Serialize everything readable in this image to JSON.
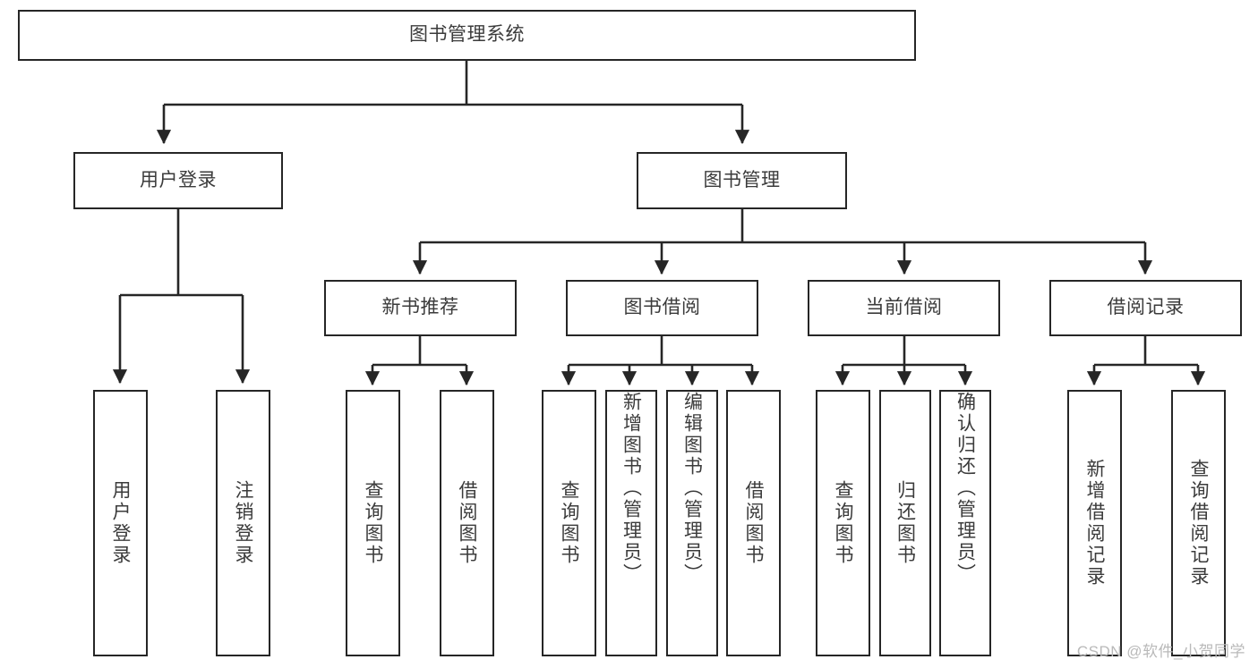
{
  "diagram": {
    "type": "tree-hierarchy-chart",
    "title": "图书管理系统",
    "orientation": "top-down",
    "colors": {
      "box_border": "#262626",
      "box_fill": "#ffffff",
      "connector": "#262626",
      "text": "#3b3b3b",
      "watermark": "#b9b9b9"
    },
    "root": {
      "label": "图书管理系统"
    },
    "level2": [
      {
        "label": "用户登录"
      },
      {
        "label": "图书管理"
      }
    ],
    "level3": [
      {
        "label": "新书推荐"
      },
      {
        "label": "图书借阅"
      },
      {
        "label": "当前借阅"
      },
      {
        "label": "借阅记录"
      }
    ],
    "leaves": {
      "user_login": [
        {
          "label": "用户登录"
        },
        {
          "label": "注销登录"
        }
      ],
      "new_book_recommend": [
        {
          "label": "查询图书"
        },
        {
          "label": "借阅图书"
        }
      ],
      "book_borrow": [
        {
          "label": "查询图书"
        },
        {
          "label": "新增图书（管理员）"
        },
        {
          "label": "编辑图书（管理员）"
        },
        {
          "label": "借阅图书"
        }
      ],
      "current_borrow": [
        {
          "label": "查询图书"
        },
        {
          "label": "归还图书"
        },
        {
          "label": "确认归还（管理员）"
        }
      ],
      "borrow_records": [
        {
          "label": "新增借阅记录"
        },
        {
          "label": "查询借阅记录"
        }
      ]
    }
  },
  "watermark": {
    "text": "CSDN @软件_小贺同学"
  }
}
